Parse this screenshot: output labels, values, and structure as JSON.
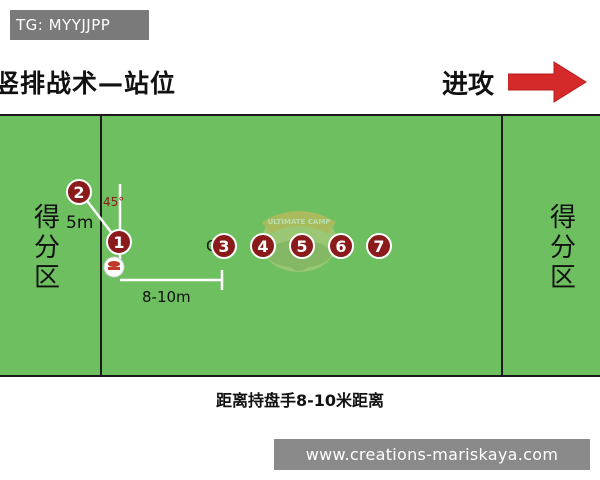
{
  "tag": {
    "text": "TG: MYYJJPP"
  },
  "header": {
    "title": "竖排战术—站位",
    "attack_label": "进攻"
  },
  "field": {
    "end_zone_left": [
      "得",
      "分",
      "区"
    ],
    "end_zone_right": [
      "得",
      "分",
      "区"
    ],
    "angle_label": "45°",
    "distance_5m": "5m",
    "distance_8_10m": "8-10m",
    "players": [
      "1",
      "2",
      "3",
      "4",
      "5",
      "6",
      "7"
    ],
    "camp_logo_text": "ULTIMATE CAMP",
    "colors": {
      "field": "#6dbf5f",
      "player": "#8b1a1a",
      "arrow": "#d62a2a"
    }
  },
  "caption": {
    "text": "距离持盘手8-10米距离"
  },
  "watermark": {
    "text": "www.creations-mariskaya.com"
  }
}
